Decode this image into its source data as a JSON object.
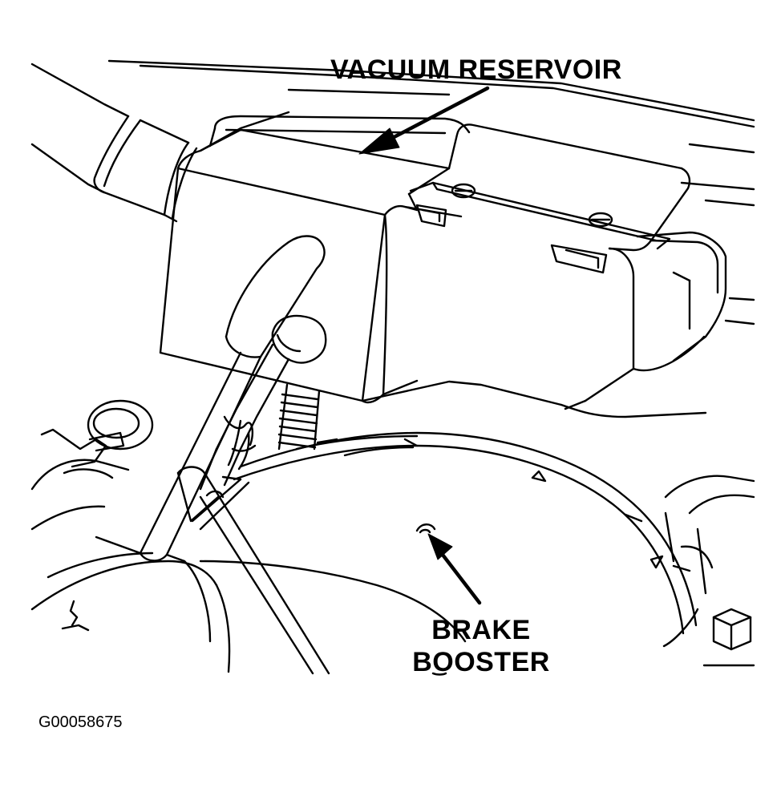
{
  "labels": {
    "vacuum_reservoir": "VACUUM RESERVOIR",
    "brake_booster_line1": "BRAKE",
    "brake_booster_line2": "BOOSTER"
  },
  "figure_id": "G00058675",
  "colors": {
    "ink": "#000000",
    "paper": "#ffffff"
  }
}
